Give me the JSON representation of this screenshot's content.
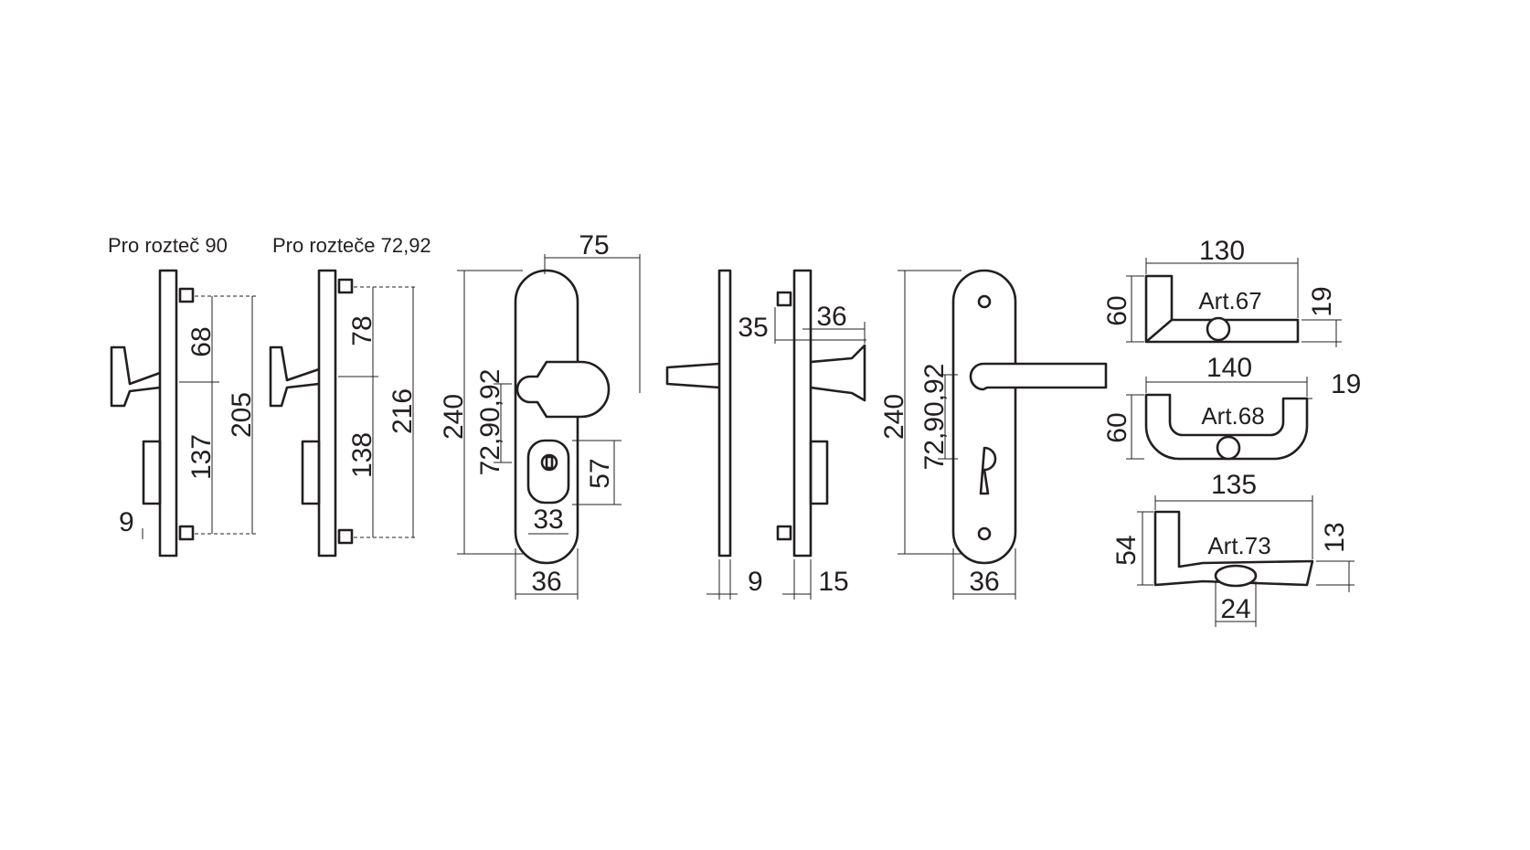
{
  "captions": {
    "spacing_90": "Pro rozteč 90",
    "spacing_72_92": "Pro rozteče 72,92"
  },
  "dimensions": {
    "side90_top": "68",
    "side90_bottom": "137",
    "side90_total": "205",
    "side90_offset": "9",
    "side7292_top": "78",
    "side7292_bottom": "138",
    "side7292_total": "216",
    "front1_handle_reach": "75",
    "front1_height": "240",
    "front1_spacing": "72,90,92",
    "front1_cylinder_h": "57",
    "front1_cylinder_w": "33",
    "front1_width": "36",
    "side_plate_thickness": "9",
    "side_knob_len": "35",
    "side_inner_knob": "36",
    "side_inner_thickness": "15",
    "front2_height": "240",
    "front2_spacing": "72,90,92",
    "front2_width": "36",
    "art67_length": "130",
    "art67_height": "60",
    "art67_thickness": "19",
    "art68_length": "140",
    "art68_height": "60",
    "art68_thickness": "19",
    "art73_length": "135",
    "art73_height": "54",
    "art73_thickness": "13",
    "art73_diameter": "24"
  },
  "articles": {
    "art67": "Art.67",
    "art68": "Art.68",
    "art73": "Art.73"
  },
  "colors": {
    "line": "#231f20",
    "background": "#ffffff"
  }
}
